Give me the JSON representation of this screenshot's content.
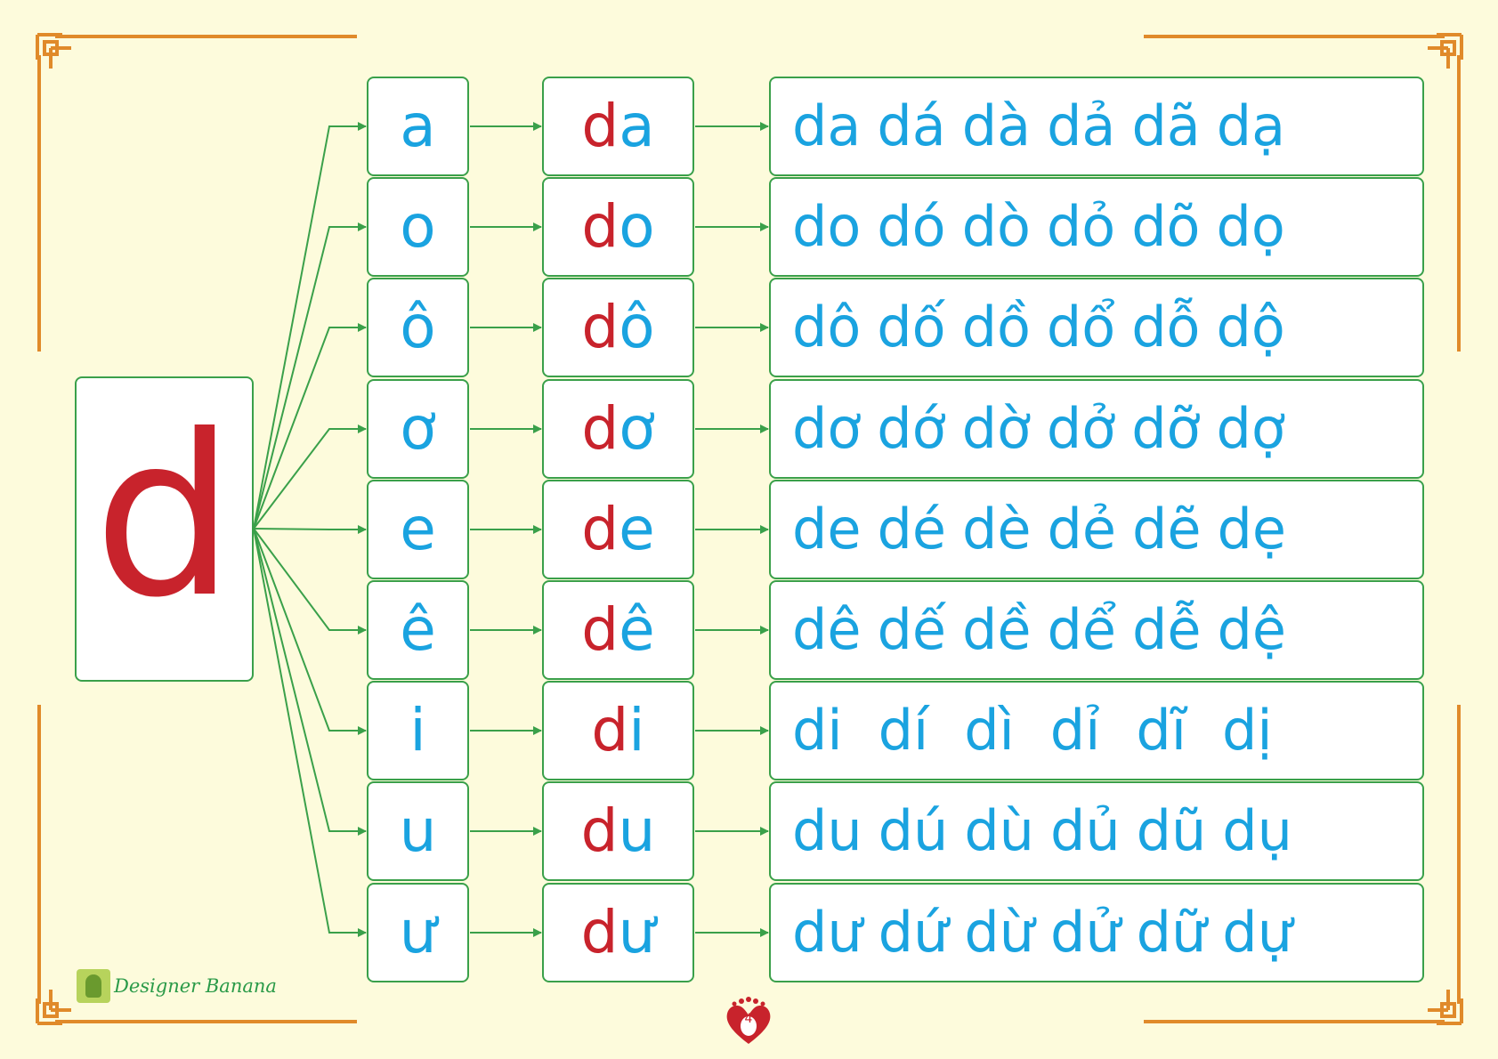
{
  "consonant": "d",
  "rows": [
    {
      "vowel": "a",
      "syllable_consonant": "d",
      "syllable_vowel": "a",
      "tones": [
        "da",
        "dá",
        "dà",
        "dả",
        "dã",
        "dạ"
      ]
    },
    {
      "vowel": "o",
      "syllable_consonant": "d",
      "syllable_vowel": "o",
      "tones": [
        "do",
        "dó",
        "dò",
        "dỏ",
        "dõ",
        "dọ"
      ]
    },
    {
      "vowel": "ô",
      "syllable_consonant": "d",
      "syllable_vowel": "ô",
      "tones": [
        "dô",
        "dố",
        "dồ",
        "dổ",
        "dỗ",
        "dộ"
      ]
    },
    {
      "vowel": "ơ",
      "syllable_consonant": "d",
      "syllable_vowel": "ơ",
      "tones": [
        "dơ",
        "dớ",
        "dờ",
        "dở",
        "dỡ",
        "dợ"
      ]
    },
    {
      "vowel": "e",
      "syllable_consonant": "d",
      "syllable_vowel": "e",
      "tones": [
        "de",
        "dé",
        "dè",
        "dẻ",
        "dẽ",
        "dẹ"
      ]
    },
    {
      "vowel": "ê",
      "syllable_consonant": "d",
      "syllable_vowel": "ê",
      "tones": [
        "dê",
        "dế",
        "dề",
        "dể",
        "dễ",
        "dệ"
      ]
    },
    {
      "vowel": "i",
      "syllable_consonant": "d",
      "syllable_vowel": "i",
      "tones": [
        "di",
        "dí",
        "dì",
        "dỉ",
        "dĩ",
        "dị"
      ]
    },
    {
      "vowel": "u",
      "syllable_consonant": "d",
      "syllable_vowel": "u",
      "tones": [
        "du",
        "dú",
        "dù",
        "dủ",
        "dũ",
        "dụ"
      ]
    },
    {
      "vowel": "ư",
      "syllable_consonant": "d",
      "syllable_vowel": "ư",
      "tones": [
        "dư",
        "dứ",
        "dừ",
        "dử",
        "dữ",
        "dự"
      ]
    }
  ],
  "footer": {
    "logo_text": "Designer Banana",
    "page_number": "4"
  },
  "colors": {
    "background": "#fdfbdc",
    "consonant": "#c8232c",
    "vowel": "#1aa3e0",
    "box_border": "#3aa04a",
    "arrow": "#3aa04a",
    "frame": "#e08a2a"
  }
}
